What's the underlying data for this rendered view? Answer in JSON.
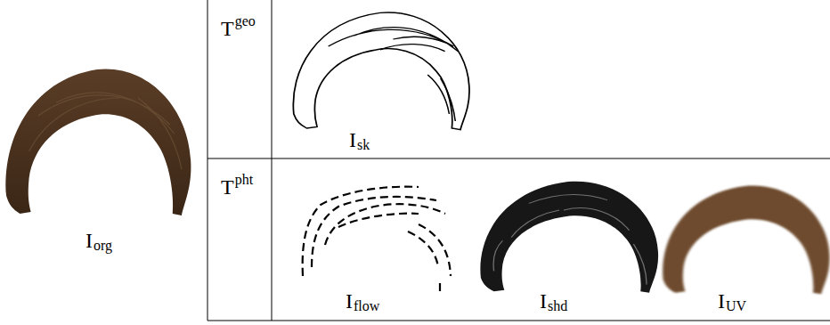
{
  "diagram": {
    "labels": [
      "I",
      "org",
      "T",
      "geo",
      "I",
      "sk",
      "T",
      "pht",
      "I",
      "flow",
      "I",
      "shd",
      "I",
      "UV"
    ]
  }
}
